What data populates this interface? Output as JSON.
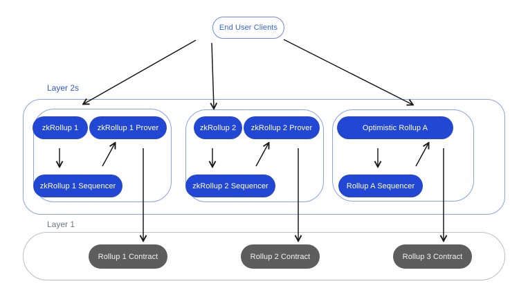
{
  "diagram": {
    "end_user_clients": "End User Clients",
    "layer2": {
      "label": "Layer 2s",
      "groups": [
        {
          "rollup": "zkRollup 1",
          "prover": "zkRollup 1 Prover",
          "sequencer": "zkRollup 1 Sequencer"
        },
        {
          "rollup": "zkRollup 2",
          "prover": "zkRollup 2 Prover",
          "sequencer": "zkRollup 2 Sequencer"
        },
        {
          "rollup": "Optimistic Rollup A",
          "sequencer": "Rollup A Sequencer"
        }
      ]
    },
    "layer1": {
      "label": "Layer 1",
      "contracts": [
        "Rollup 1 Contract",
        "Rollup 2 Contract",
        "Rollup 3 Contract"
      ]
    },
    "colors": {
      "page_bg": "#ffffff",
      "node_blue": "#2247d3",
      "contract_gray": "#5d5d5d",
      "container_border_blue": "#88a0ef",
      "layer1_border_gray": "#b9bfc7",
      "label_blue": "#3354d9",
      "label_gray": "#6f7680",
      "end_user_text_blue": "#3560e4",
      "arrow_black": "#1a1a1a"
    }
  }
}
